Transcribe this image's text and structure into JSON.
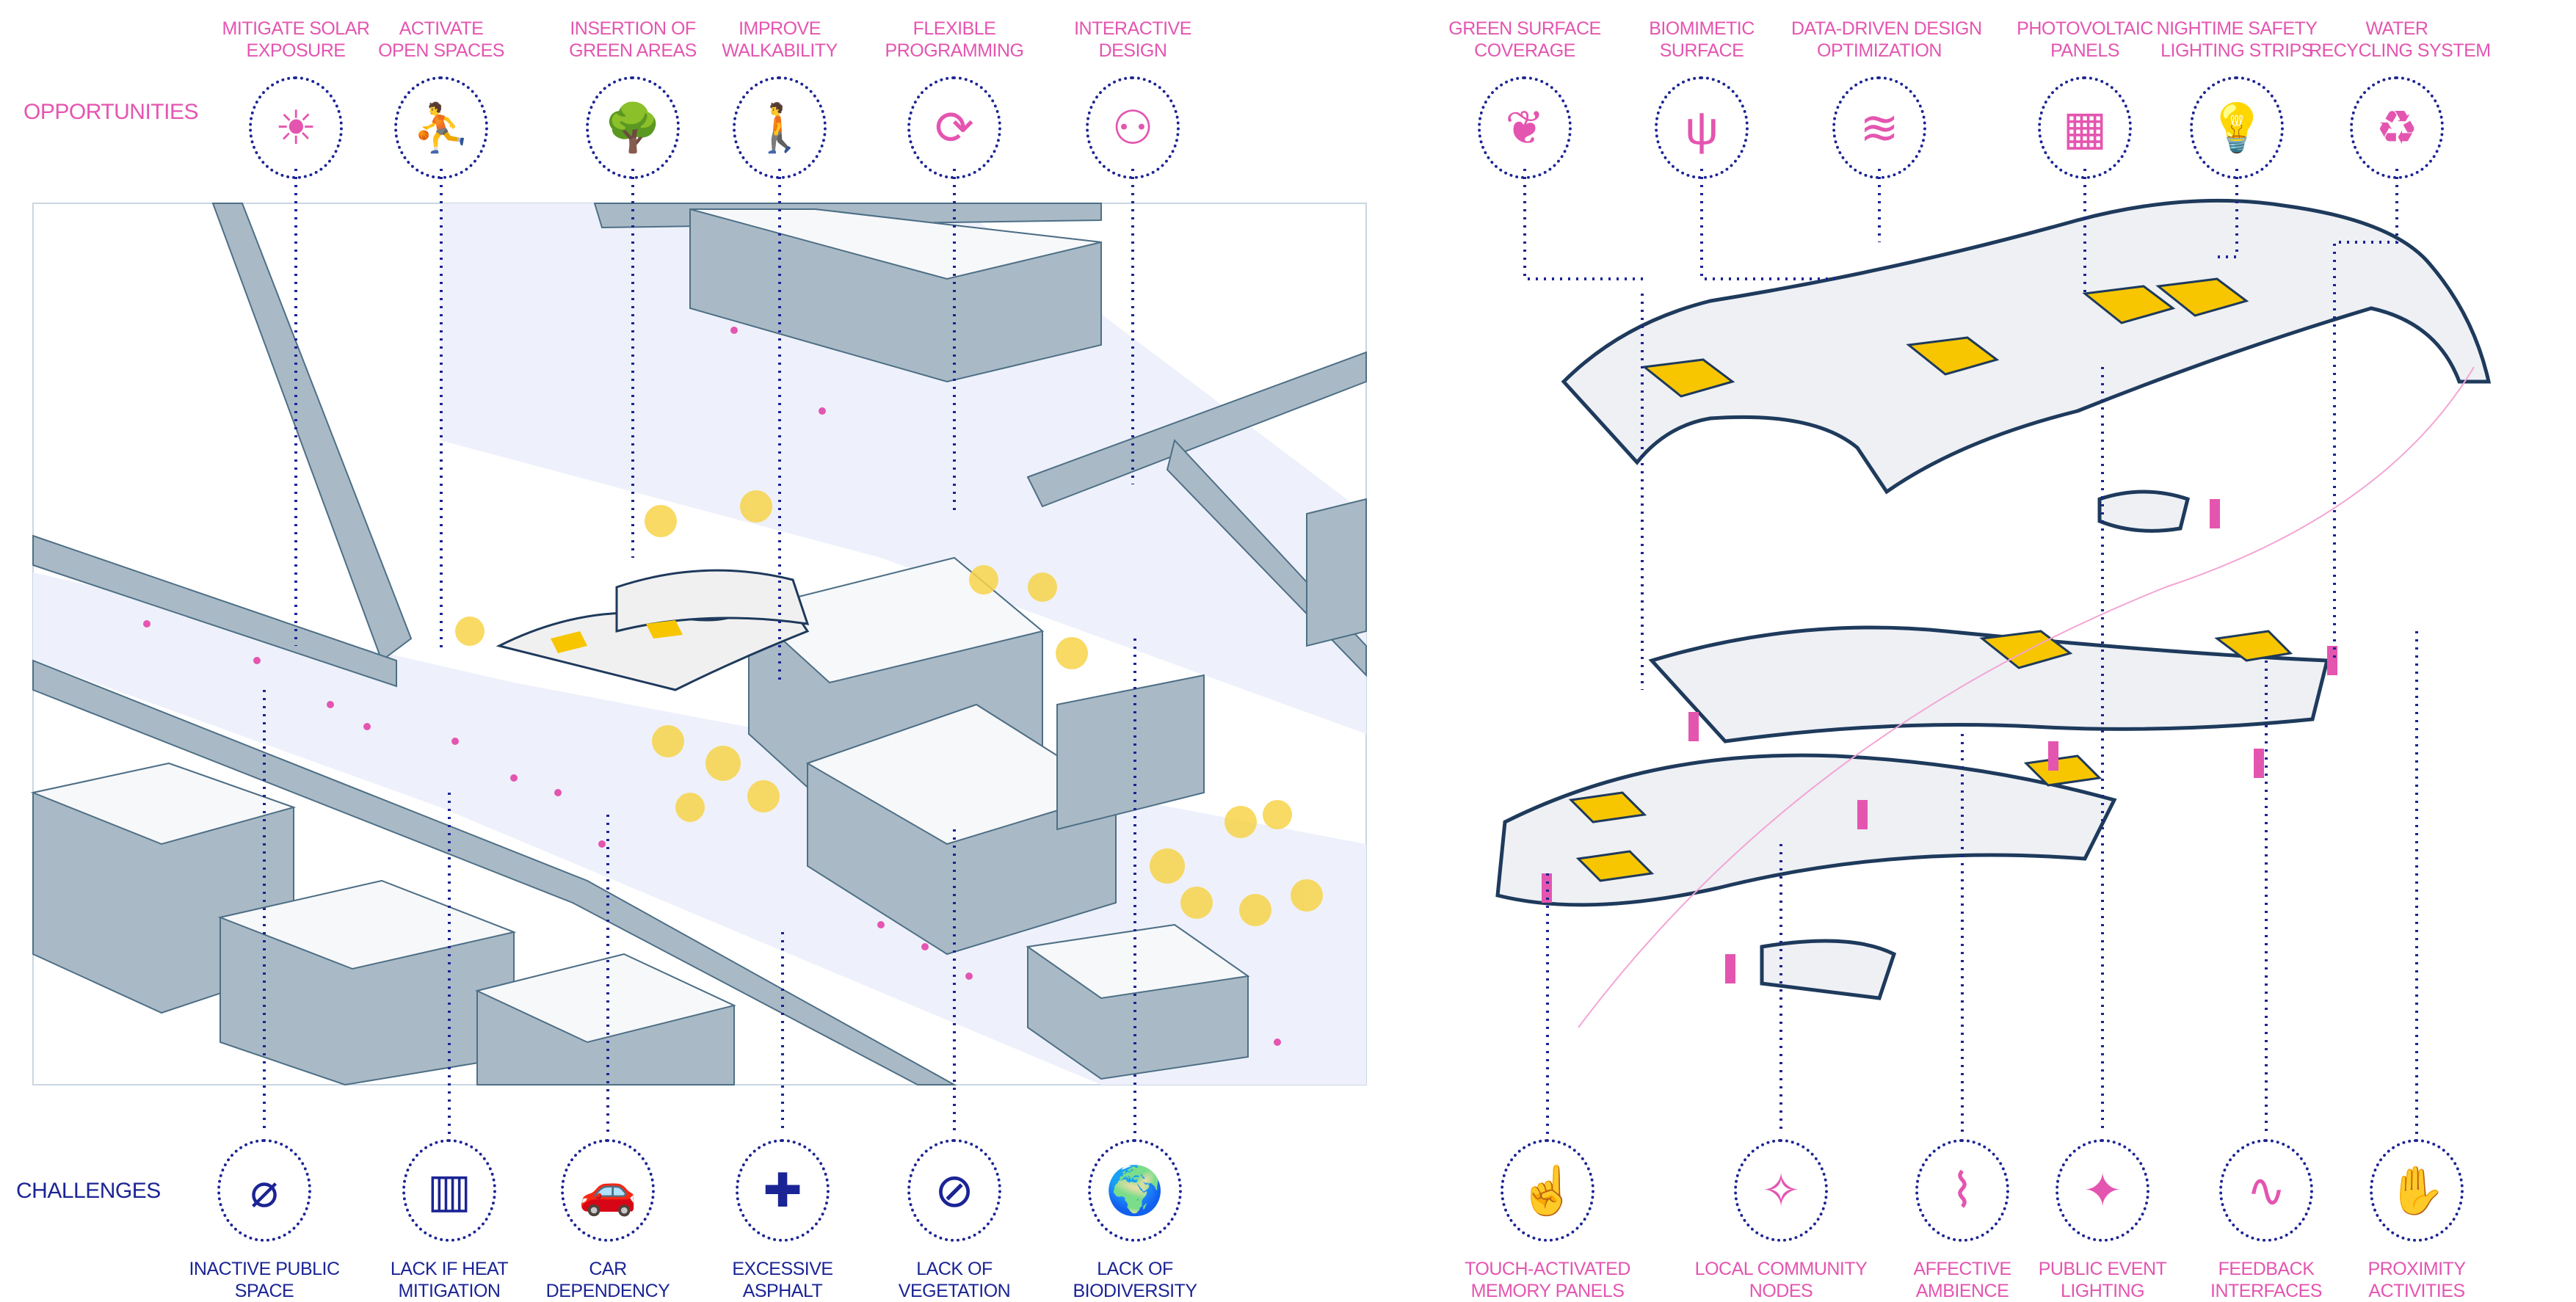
{
  "left_panel": {
    "opportunities_label": "OPPORTUNITIES",
    "challenges_label": "CHALLENGES",
    "opportunities": [
      {
        "line1": "MITIGATE SOLAR",
        "line2": "EXPOSURE",
        "icon": "thermometer-sun-icon",
        "glyph": "☀"
      },
      {
        "line1": "ACTIVATE",
        "line2": "OPEN SPACES",
        "icon": "skater-icon",
        "glyph": "⛹"
      },
      {
        "line1": "INSERTION OF",
        "line2": "GREEN AREAS",
        "icon": "tree-icon",
        "glyph": "🌳"
      },
      {
        "line1": "IMPROVE",
        "line2": "WALKABILITY",
        "icon": "pedestrian-icon",
        "glyph": "🚶"
      },
      {
        "line1": "FLEXIBLE",
        "line2": "PROGRAMMING",
        "icon": "activity-cycle-icon",
        "glyph": "⟳"
      },
      {
        "line1": "INTERACTIVE",
        "line2": "DESIGN",
        "icon": "network-hand-icon",
        "glyph": "⚇"
      }
    ],
    "challenges": [
      {
        "line1": "INACTIVE PUBLIC",
        "line2": "SPACE",
        "icon": "empty-bench-icon",
        "glyph": "⌀"
      },
      {
        "line1": "LACK IF HEAT",
        "line2": "MITIGATION",
        "icon": "hot-buildings-icon",
        "glyph": "▥"
      },
      {
        "line1": "CAR",
        "line2": "DEPENDENCY",
        "icon": "car-icon",
        "glyph": "🚗"
      },
      {
        "line1": "EXCESSIVE",
        "line2": "ASPHALT",
        "icon": "road-cross-icon",
        "glyph": "✚"
      },
      {
        "line1": "LACK OF",
        "line2": "VEGETATION",
        "icon": "no-tree-icon",
        "glyph": "⊘"
      },
      {
        "line1": "LACK OF",
        "line2": "BIODIVERSITY",
        "icon": "globe-icon",
        "glyph": "🌍"
      }
    ]
  },
  "right_panel": {
    "top_features": [
      {
        "line1": "GREEN SURFACE",
        "line2": "COVERAGE",
        "icon": "plant-drops-icon",
        "glyph": "❦"
      },
      {
        "line1": "BIOMIMETIC",
        "line2": "SURFACE",
        "icon": "cactus-icon",
        "glyph": "ψ"
      },
      {
        "line1": "DATA-DRIVEN DESIGN",
        "line2": "OPTIMIZATION",
        "icon": "thermometer-wave-icon",
        "glyph": "≋"
      },
      {
        "line1": "PHOTOVOLTAIC",
        "line2": "PANELS",
        "icon": "solar-panel-icon",
        "glyph": "▦"
      },
      {
        "line1": "NIGHTIME SAFETY",
        "line2": "LIGHTING STRIPS",
        "icon": "lightbulb-icon",
        "glyph": "💡"
      },
      {
        "line1": "WATER",
        "line2": "RECYCLING SYSTEM",
        "icon": "water-recycle-icon",
        "glyph": "♻"
      }
    ],
    "bottom_features": [
      {
        "line1": "TOUCH-ACTIVATED",
        "line2": "MEMORY PANELS",
        "icon": "touch-icon",
        "glyph": "☝"
      },
      {
        "line1": "LOCAL COMMUNITY",
        "line2": "NODES",
        "icon": "compass-star-icon",
        "glyph": "✧"
      },
      {
        "line1": "AFFECTIVE",
        "line2": "AMBIENCE",
        "icon": "maze-icon",
        "glyph": "⌇"
      },
      {
        "line1": "PUBLIC EVENT",
        "line2": "LIGHTING",
        "icon": "sparkle-icon",
        "glyph": "✦"
      },
      {
        "line1": "FEEDBACK",
        "line2": "INTERFACES",
        "icon": "wave-icon",
        "glyph": "∿"
      },
      {
        "line1": "PROXIMITY",
        "line2": "ACTIVITIES",
        "icon": "hand-signal-icon",
        "glyph": "✋"
      }
    ]
  },
  "colors": {
    "pink": "#e455b0",
    "blue": "#1b2494",
    "building": "#a9bac6",
    "yellow": "#f7c600"
  }
}
